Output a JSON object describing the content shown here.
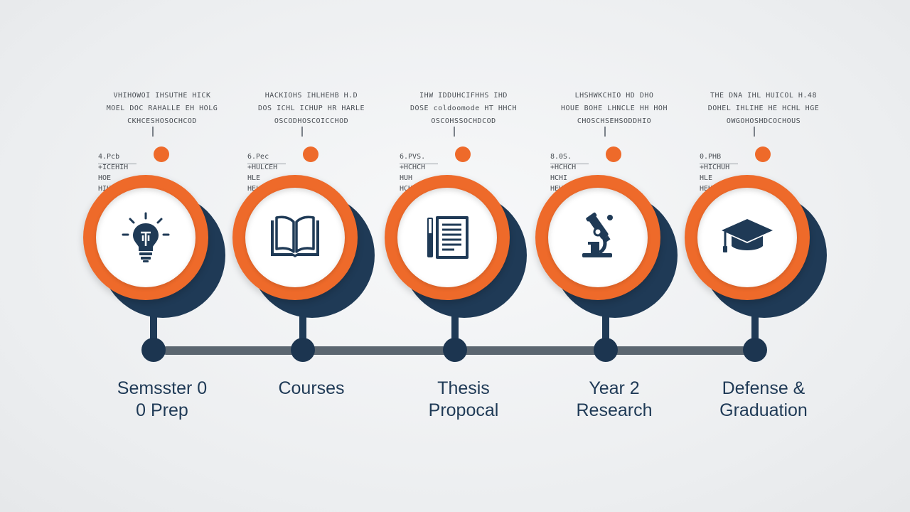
{
  "colors": {
    "accent": "#ee6a2a",
    "navy": "#1f3a56",
    "line": "#5b6670",
    "background": "#eceef0"
  },
  "steps": [
    {
      "caption": [
        "VHIHOWOI IHSUTHE HICK",
        "MOEL DOC RAHALLE EH HOLG",
        "CKHCESHOSOCHCOD"
      ],
      "stat": [
        "4.Pcb",
        "+ICEHIH",
        "HOE",
        "HIHLH"
      ],
      "icon": "lightbulb-icon",
      "label": [
        "Semsster 0",
        "0 Prep"
      ]
    },
    {
      "caption": [
        "HACKIOHS IHLHEHB H.D",
        "DOS  ICHL ICHUP HR HARLE",
        "OSCODHOSCOICCHOD"
      ],
      "stat": [
        "6.Pec",
        "+HULCEH",
        "HLE",
        "HEL"
      ],
      "icon": "open-book-icon",
      "label": [
        "Courses"
      ]
    },
    {
      "caption": [
        "IHW IDDUHCIFHHS IHD",
        "DOSE coldoomode HT HHCH",
        "OSCOHSSOCHDCOD"
      ],
      "stat": [
        "6.PVS.",
        "+HCHCH",
        "HUH",
        "HCHL"
      ],
      "icon": "thesis-document-icon",
      "label": [
        "Thesis",
        "Propocal"
      ]
    },
    {
      "caption": [
        "LHSHWKCHIO HD DHO",
        "HOUE BOHE LHNCLE HH HOH",
        "CHOSCHSEHSODDHIO"
      ],
      "stat": [
        "8.0S.",
        "+HCHCH",
        "HCHI",
        "HEH"
      ],
      "icon": "microscope-icon",
      "label": [
        "Year 2",
        "Research"
      ]
    },
    {
      "caption": [
        "THE DNA IHL HUICOL H.48",
        "DOHEL IHLIHE HE HCHL HGE",
        "OWGOHOSHDCOCHOUS"
      ],
      "stat": [
        "0.PHB",
        "+HICHUH",
        "HLE",
        "HEH"
      ],
      "icon": "graduation-cap-icon",
      "label": [
        "Defense &",
        "Graduation"
      ]
    }
  ]
}
